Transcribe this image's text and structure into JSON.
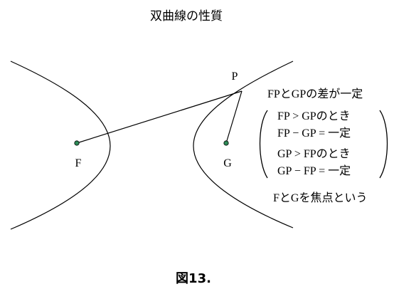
{
  "title": "双曲線の性質",
  "points": {
    "F": "F",
    "G": "G",
    "P": "P"
  },
  "text": {
    "condition_header": "FPとGPの差が一定",
    "case1_line1": "FP > GPのとき",
    "case1_line2": "FP − GP = 一定",
    "case2_line1": "GP > FPのとき",
    "case2_line2": "GP − FP = 一定",
    "conclusion": "FとGを焦点という"
  },
  "caption": "図13.",
  "colors": {
    "focus_dot": "#2e8b57",
    "lines": "#000000"
  }
}
